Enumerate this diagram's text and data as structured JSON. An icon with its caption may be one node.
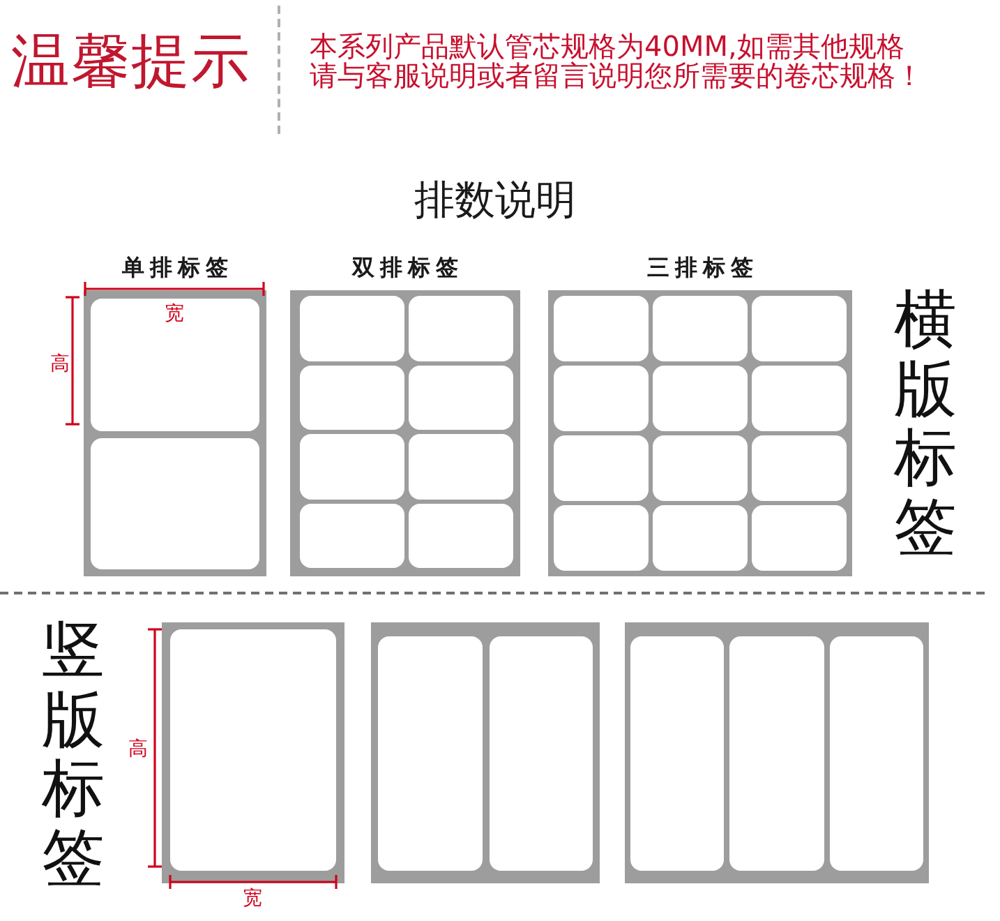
{
  "diagram": {
    "title": "排数说明",
    "nodes": [
      {
        "text": [
          "单排标签"
        ]
      },
      {
        "text": [],
        "shape": "box",
        "in": 0
      },
      {
        "text": [],
        "shape": "box",
        "in": 0
      },
      {
        "text": [
          "双排标签"
        ]
      },
      {
        "text": [],
        "shape": "box",
        "in": 3
      },
      {
        "text": [],
        "shape": "box",
        "in": 3
      },
      {
        "text": [],
        "shape": "box",
        "in": 3
      },
      {
        "text": [],
        "shape": "box",
        "in": 3
      },
      {
        "text": [],
        "shape": "box",
        "in": 3
      },
      {
        "text": [],
        "shape": "box",
        "in": 3
      },
      {
        "text": [],
        "shape": "box",
        "in": 3
      },
      {
        "text": [],
        "shape": "box",
        "in": 3
      },
      {
        "text": [
          "三排标签"
        ]
      },
      {
        "text": [],
        "shape": "box",
        "in": 12
      },
      {
        "text": [],
        "shape": "box",
        "in": 12
      },
      {
        "text": [],
        "shape": "box",
        "in": 12
      },
      {
        "text": [],
        "shape": "box",
        "in": 12
      },
      {
        "text": [],
        "shape": "box",
        "in": 12
      },
      {
        "text": [],
        "shape": "box",
        "in": 12
      },
      {
        "text": [],
        "shape": "box",
        "in": 12
      },
      {
        "text": [],
        "shape": "box",
        "in": 12
      },
      {
        "text": [],
        "shape": "box",
        "in": 12
      },
      {
        "text": [],
        "shape": "box",
        "in": 12
      },
      {
        "text": [],
        "shape": "box",
        "in": 12
      },
      {
        "text": [],
        "shape": "box",
        "in": 12
      },
      {
        "text": [],
        "shape": "box"
      },
      {
        "text": [],
        "shape": "box",
        "in": 25
      },
      {
        "text": [],
        "shape": "box"
      },
      {
        "text": [],
        "shape": "box",
        "in": 27
      },
      {
        "text": [],
        "shape": "box",
        "in": 27
      },
      {
        "text": [],
        "shape": "box"
      },
      {
        "text": [],
        "shape": "box",
        "in": 30
      },
      {
        "text": [],
        "shape": "box",
        "in": 30
      },
      {
        "text": [],
        "shape": "box",
        "in": 30
      }
    ],
    "labels": [
      "温馨提示",
      "本系列产品默认管芯规格为40MM,如需其他规格请与客服说明或者留言说明您所需要的卷芯规格！",
      "宽",
      "高",
      "横版标签",
      "竖版标签",
      "高",
      "宽"
    ]
  }
}
